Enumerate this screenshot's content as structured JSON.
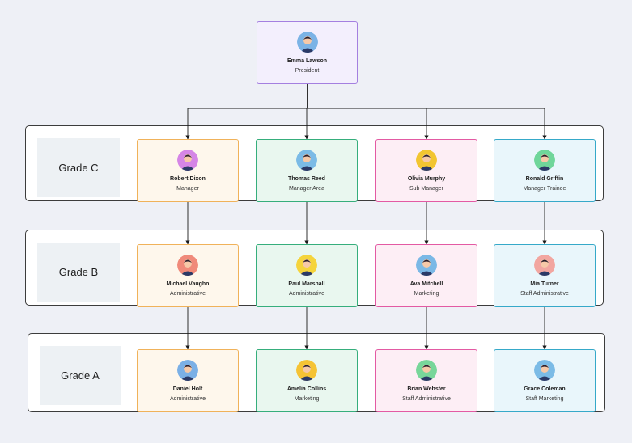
{
  "grades": [
    {
      "label": "Grade C"
    },
    {
      "label": "Grade B"
    },
    {
      "label": "Grade A"
    }
  ],
  "president": {
    "name": "Emma Lawson",
    "role": "President",
    "avatar_bg": "#7bb3e6",
    "avatar_icon": "person-avatar-icon"
  },
  "rows": [
    {
      "members": [
        {
          "name": "Robert Dixon",
          "role": "Manager",
          "avatar_bg": "#d585e6",
          "avatar_icon": "person-avatar-icon"
        },
        {
          "name": "Thomas Reed",
          "role": "Manager Area",
          "avatar_bg": "#7bbbe6",
          "avatar_icon": "person-avatar-icon"
        },
        {
          "name": "Olivia Murphy",
          "role": "Sub Manager",
          "avatar_bg": "#f2c531",
          "avatar_icon": "person-avatar-icon"
        },
        {
          "name": "Ronald Griffin",
          "role": "Manager Trainee",
          "avatar_bg": "#6fd69a",
          "avatar_icon": "person-avatar-icon"
        }
      ]
    },
    {
      "members": [
        {
          "name": "Michael Vaughn",
          "role": "Administrative",
          "avatar_bg": "#f08a7a",
          "avatar_icon": "person-avatar-icon"
        },
        {
          "name": "Paul Marshall",
          "role": "Administrative",
          "avatar_bg": "#f5d43c",
          "avatar_icon": "person-avatar-icon"
        },
        {
          "name": "Ava Mitchell",
          "role": "Marketing",
          "avatar_bg": "#7bb8e6",
          "avatar_icon": "person-avatar-icon"
        },
        {
          "name": "Mia Turner",
          "role": "Staff Administrative",
          "avatar_bg": "#f2a6a0",
          "avatar_icon": "person-avatar-icon"
        }
      ]
    },
    {
      "members": [
        {
          "name": "Daniel Holt",
          "role": "Administrative",
          "avatar_bg": "#7bb0e6",
          "avatar_icon": "person-avatar-icon"
        },
        {
          "name": "Amelia Collins",
          "role": "Marketing",
          "avatar_bg": "#f5c334",
          "avatar_icon": "person-avatar-icon"
        },
        {
          "name": "Brian Webster",
          "role": "Staff Administrative",
          "avatar_bg": "#78d69a",
          "avatar_icon": "person-avatar-icon"
        },
        {
          "name": "Grace Coleman",
          "role": "Staff Marketing",
          "avatar_bg": "#7bbbe6",
          "avatar_icon": "person-avatar-icon"
        }
      ]
    }
  ],
  "colors": {
    "president": "#a47fe0",
    "columns": [
      "#f0b25a",
      "#36ae7c",
      "#e35aa3",
      "#36a9c9"
    ],
    "connector": "#1a1a1a"
  }
}
